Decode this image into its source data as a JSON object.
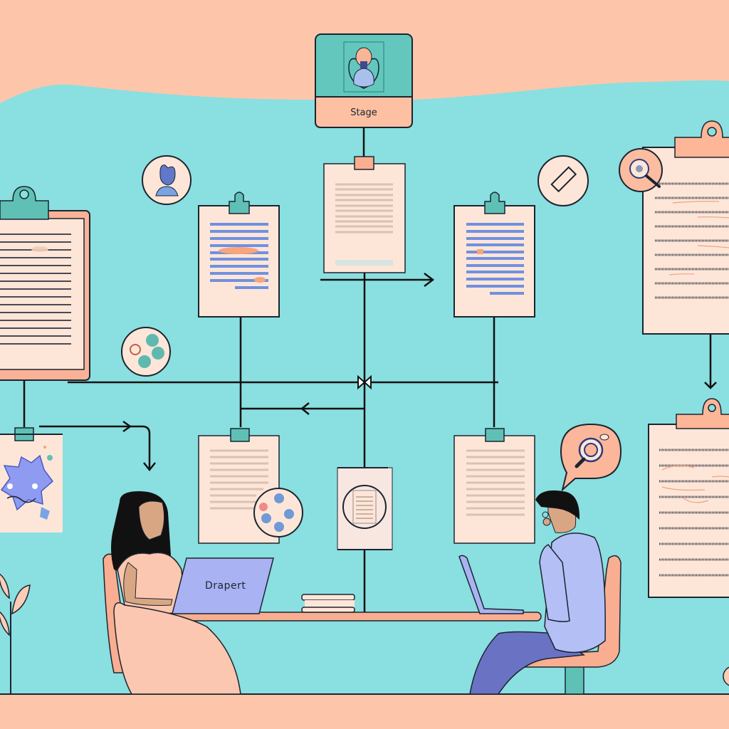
{
  "scene": {
    "title": "Document review workflow illustration",
    "colors": {
      "background_peach": "#fdc6ab",
      "background_teal": "#8adfe0",
      "paper": "#fde6d8",
      "clip_teal": "#5fc1b6",
      "clip_peach": "#fdb697",
      "line_blue": "#7090e0",
      "outline": "#1c2430",
      "laptop": "#a9b3f3",
      "shirt": "#b4bff5",
      "pants": "#6a72c4",
      "dress": "#fcc7b0",
      "chair": "#f9ae91"
    }
  },
  "stage_node": {
    "label": "Stage",
    "icon": "person-portrait-icon"
  },
  "laptop": {
    "screen_text": "Drapert"
  },
  "documents": [
    {
      "id": "doc-left-large",
      "type": "clipboard",
      "clip_color": "teal"
    },
    {
      "id": "doc-upper-left",
      "type": "clipboard",
      "clip_color": "teal",
      "line_color": "blue"
    },
    {
      "id": "doc-top-center",
      "type": "paper",
      "clip_color": "peach"
    },
    {
      "id": "doc-upper-right",
      "type": "clipboard",
      "clip_color": "teal",
      "line_color": "blue"
    },
    {
      "id": "doc-right-large",
      "type": "clipboard",
      "clip_color": "peach"
    },
    {
      "id": "doc-lower-left-image",
      "type": "paper",
      "clip_color": "teal"
    },
    {
      "id": "doc-lower-center-left",
      "type": "paper",
      "clip_color": "teal"
    },
    {
      "id": "doc-lower-center",
      "type": "paper"
    },
    {
      "id": "doc-lower-center-right",
      "type": "paper",
      "clip_color": "teal"
    },
    {
      "id": "doc-right-lower-large",
      "type": "clipboard",
      "clip_color": "peach"
    }
  ],
  "badges": [
    {
      "id": "user-badge",
      "icon": "user-icon"
    },
    {
      "id": "eraser-badge",
      "icon": "eraser-icon"
    },
    {
      "id": "team-badge",
      "icon": "flower-icon"
    },
    {
      "id": "search-badge",
      "icon": "magnifier-icon"
    },
    {
      "id": "search-bubble",
      "icon": "magnifier-icon"
    },
    {
      "id": "collab-badge",
      "icon": "people-cycle-icon"
    }
  ],
  "people": [
    {
      "id": "woman",
      "role": "typing on laptop"
    },
    {
      "id": "man",
      "role": "thinking at laptop"
    }
  ]
}
